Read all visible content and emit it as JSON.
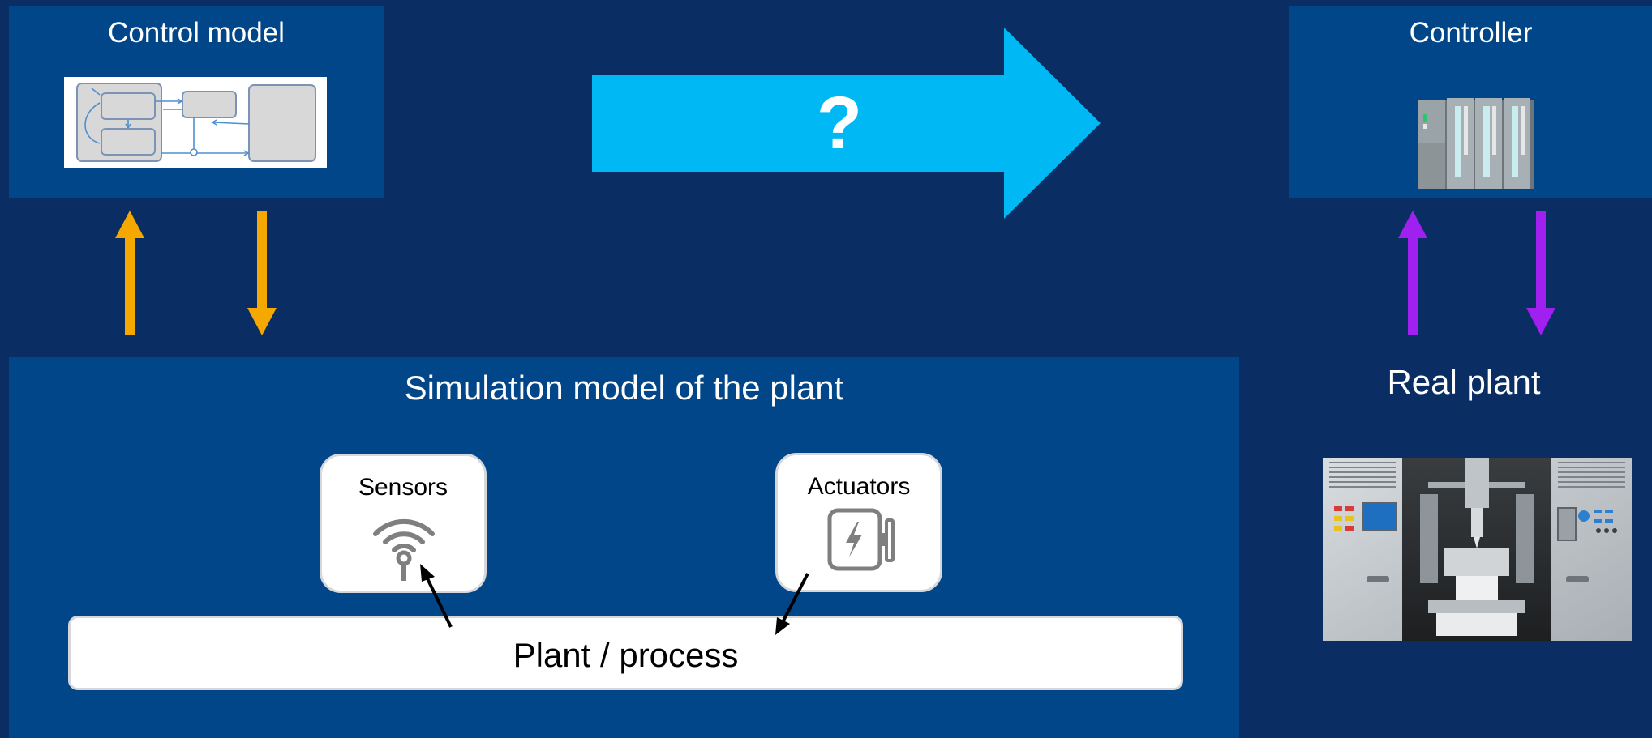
{
  "control_model": {
    "title": "Control model"
  },
  "transfer_arrow": {
    "label": "?",
    "color": "#00b8f4"
  },
  "controller": {
    "title": "Controller"
  },
  "simulation": {
    "title": "Simulation model of the plant",
    "sensors_label": "Sensors",
    "actuators_label": "Actuators",
    "plant_label": "Plant / process"
  },
  "real_plant": {
    "title": "Real plant"
  },
  "colors": {
    "background": "#0a2d63",
    "panel": "#02468a",
    "simulation_arrows": "#f5a800",
    "real_arrows": "#a020f0"
  },
  "icons": {
    "statechart": "statechart-diagram-icon",
    "plc": "plc-controller-icon",
    "sensor": "wireless-sensor-icon",
    "actuator": "electric-actuator-icon",
    "machine": "machine-photo"
  }
}
